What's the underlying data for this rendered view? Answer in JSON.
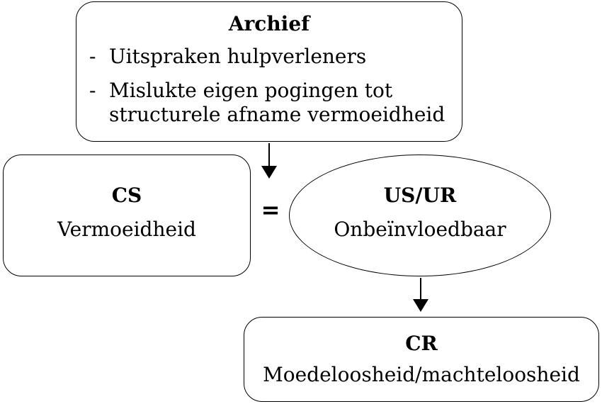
{
  "archief": {
    "title": "Archief",
    "items": [
      {
        "dash": "-",
        "text": "Uitspraken hulpverleners"
      },
      {
        "dash": "-",
        "text": "Mislukte eigen pogingen tot\nstructurele afname vermoeidheid"
      }
    ]
  },
  "cs": {
    "title": "CS",
    "subtitle": "Vermoeidheid"
  },
  "equals": "=",
  "usur": {
    "title": "US/UR",
    "subtitle": "Onbeïnvloedbaar"
  },
  "cr": {
    "title": "CR",
    "subtitle": "Moedeloosheid/machteloosheid"
  }
}
